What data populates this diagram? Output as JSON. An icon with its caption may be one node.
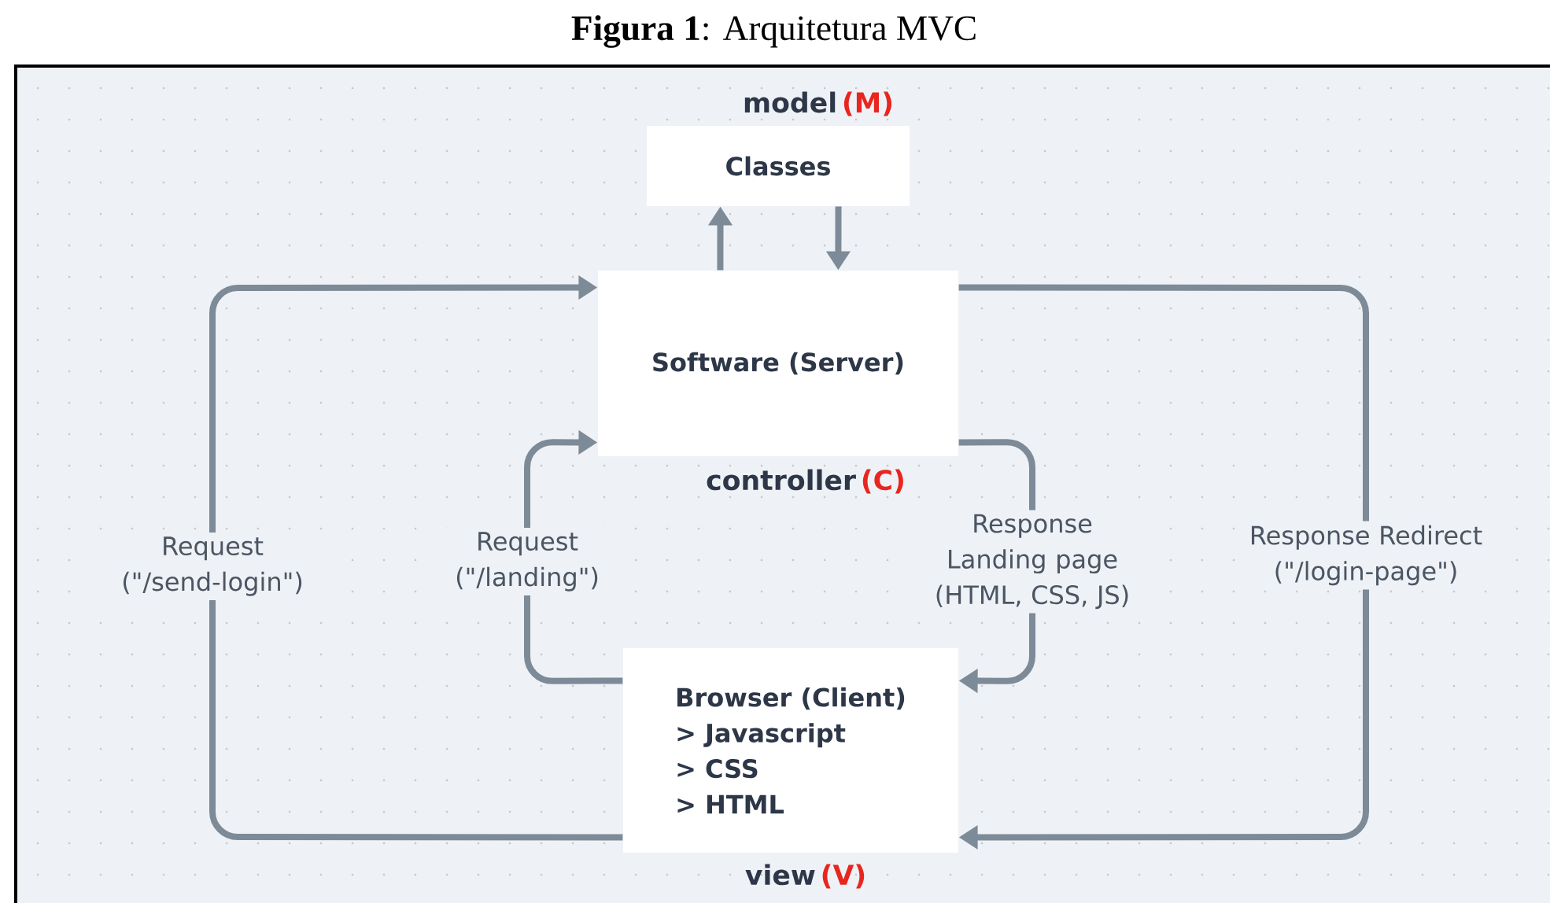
{
  "diagram": {
    "title": "**Figura 1**: Arquitetura MVC",
    "nodes": [
      {
        "text": [
          "model",
          "(M)",
          "Classes"
        ]
      },
      {
        "text": [
          "Software (Server)",
          "controller",
          "(C)"
        ]
      },
      {
        "text": [
          "Browser (Client)",
          "> Javascript",
          "> CSS",
          "> HTML",
          "view",
          "(V)"
        ]
      }
    ],
    "edges": [
      {
        "from": 1,
        "to": 0,
        "arrow": "to"
      },
      {
        "from": 0,
        "to": 1,
        "arrow": "to"
      },
      {
        "from": 2,
        "to": 1,
        "arrow": "to",
        "label": "Request (\"/send-login\")"
      },
      {
        "from": 2,
        "to": 1,
        "arrow": "to",
        "label": "Request (\"/landing\")"
      },
      {
        "from": 1,
        "to": 2,
        "arrow": "to",
        "label": "Response Landing page (HTML, CSS, JS)"
      },
      {
        "from": 1,
        "to": 2,
        "arrow": "to",
        "label": "Response Redirect (\"/login-page\")"
      }
    ]
  }
}
